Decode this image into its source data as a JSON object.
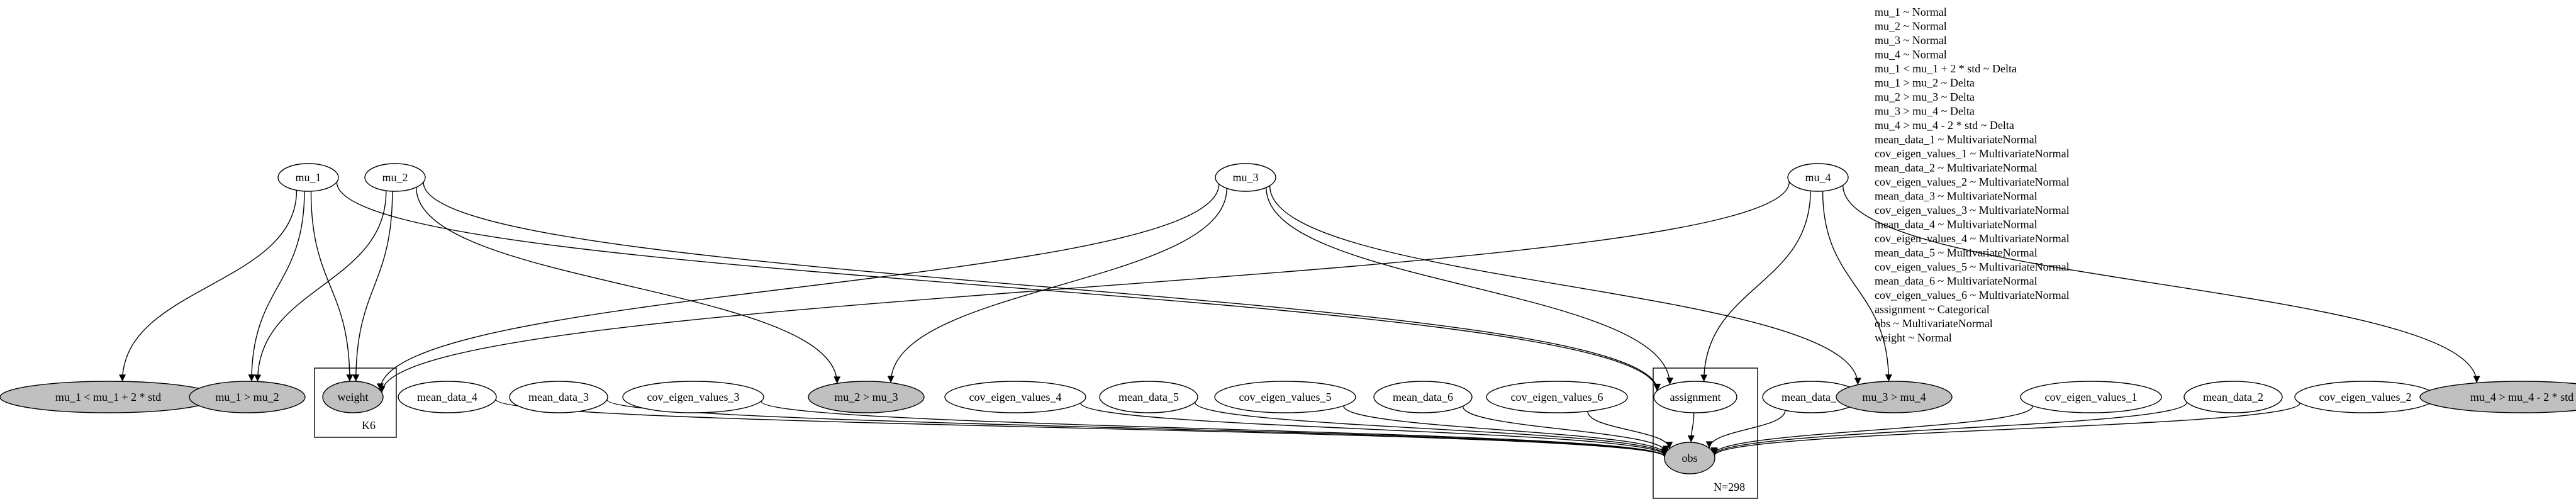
{
  "nodes": {
    "mu_1": {
      "label": "mu_1",
      "observed": false
    },
    "mu_2": {
      "label": "mu_2",
      "observed": false
    },
    "mu_3": {
      "label": "mu_3",
      "observed": false
    },
    "mu_4": {
      "label": "mu_4",
      "observed": false
    },
    "c_mu1_lt": {
      "label": "mu_1 < mu_1 + 2 * std",
      "observed": true
    },
    "c_mu1_gt_mu2": {
      "label": "mu_1 > mu_2",
      "observed": true
    },
    "weight": {
      "label": "weight",
      "observed": true
    },
    "mean_data_4": {
      "label": "mean_data_4",
      "observed": false
    },
    "mean_data_3": {
      "label": "mean_data_3",
      "observed": false
    },
    "cov_eigen_values_3": {
      "label": "cov_eigen_values_3",
      "observed": false
    },
    "c_mu2_gt_mu3": {
      "label": "mu_2 > mu_3",
      "observed": true
    },
    "cov_eigen_values_4": {
      "label": "cov_eigen_values_4",
      "observed": false
    },
    "mean_data_5": {
      "label": "mean_data_5",
      "observed": false
    },
    "cov_eigen_values_5": {
      "label": "cov_eigen_values_5",
      "observed": false
    },
    "mean_data_6": {
      "label": "mean_data_6",
      "observed": false
    },
    "cov_eigen_values_6": {
      "label": "cov_eigen_values_6",
      "observed": false
    },
    "assignment": {
      "label": "assignment",
      "observed": false
    },
    "mean_data_1": {
      "label": "mean_data_1",
      "observed": false
    },
    "c_mu3_gt_mu4": {
      "label": "mu_3 > mu_4",
      "observed": true
    },
    "cov_eigen_values_1": {
      "label": "cov_eigen_values_1",
      "observed": false
    },
    "mean_data_2": {
      "label": "mean_data_2",
      "observed": false
    },
    "cov_eigen_values_2": {
      "label": "cov_eigen_values_2",
      "observed": false
    },
    "c_mu4_gt": {
      "label": "mu_4 > mu_4 - 2 * std",
      "observed": true
    },
    "obs": {
      "label": "obs",
      "observed": true
    }
  },
  "edges": [
    [
      "mu_1",
      "c_mu1_lt"
    ],
    [
      "mu_1",
      "c_mu1_gt_mu2"
    ],
    [
      "mu_1",
      "weight"
    ],
    [
      "mu_1",
      "assignment"
    ],
    [
      "mu_2",
      "c_mu1_gt_mu2"
    ],
    [
      "mu_2",
      "weight"
    ],
    [
      "mu_2",
      "c_mu2_gt_mu3"
    ],
    [
      "mu_2",
      "assignment"
    ],
    [
      "mu_3",
      "weight"
    ],
    [
      "mu_3",
      "c_mu2_gt_mu3"
    ],
    [
      "mu_3",
      "assignment"
    ],
    [
      "mu_3",
      "c_mu3_gt_mu4"
    ],
    [
      "mu_4",
      "weight"
    ],
    [
      "mu_4",
      "assignment"
    ],
    [
      "mu_4",
      "c_mu3_gt_mu4"
    ],
    [
      "mu_4",
      "c_mu4_gt"
    ],
    [
      "mean_data_4",
      "obs"
    ],
    [
      "mean_data_3",
      "obs"
    ],
    [
      "cov_eigen_values_3",
      "obs"
    ],
    [
      "cov_eigen_values_4",
      "obs"
    ],
    [
      "mean_data_5",
      "obs"
    ],
    [
      "cov_eigen_values_5",
      "obs"
    ],
    [
      "mean_data_6",
      "obs"
    ],
    [
      "cov_eigen_values_6",
      "obs"
    ],
    [
      "assignment",
      "obs"
    ],
    [
      "mean_data_1",
      "obs"
    ],
    [
      "cov_eigen_values_1",
      "obs"
    ],
    [
      "mean_data_2",
      "obs"
    ],
    [
      "cov_eigen_values_2",
      "obs"
    ]
  ],
  "plates": {
    "k6": {
      "label": "K6"
    },
    "n298": {
      "label": "N=298"
    }
  },
  "legend": [
    "mu_1 ~ Normal",
    "mu_2 ~ Normal",
    "mu_3 ~ Normal",
    "mu_4 ~ Normal",
    "mu_1 < mu_1 + 2 * std ~ Delta",
    "mu_1 > mu_2  ~ Delta",
    "mu_2 > mu_3  ~ Delta",
    "mu_3 > mu_4  ~ Delta",
    "mu_4 > mu_4 - 2 * std ~ Delta",
    "mean_data_1 ~ MultivariateNormal",
    "cov_eigen_values_1 ~ MultivariateNormal",
    "mean_data_2 ~ MultivariateNormal",
    "cov_eigen_values_2 ~ MultivariateNormal",
    "mean_data_3 ~ MultivariateNormal",
    "cov_eigen_values_3 ~ MultivariateNormal",
    "mean_data_4 ~ MultivariateNormal",
    "cov_eigen_values_4 ~ MultivariateNormal",
    "mean_data_5 ~ MultivariateNormal",
    "cov_eigen_values_5 ~ MultivariateNormal",
    "mean_data_6 ~ MultivariateNormal",
    "cov_eigen_values_6 ~ MultivariateNormal",
    "assignment ~ Categorical",
    "obs ~ MultivariateNormal",
    "weight ~ Normal"
  ],
  "colors": {
    "observed_fill": "#c0c0c0",
    "latent_fill": "#ffffff",
    "stroke": "#000000"
  }
}
